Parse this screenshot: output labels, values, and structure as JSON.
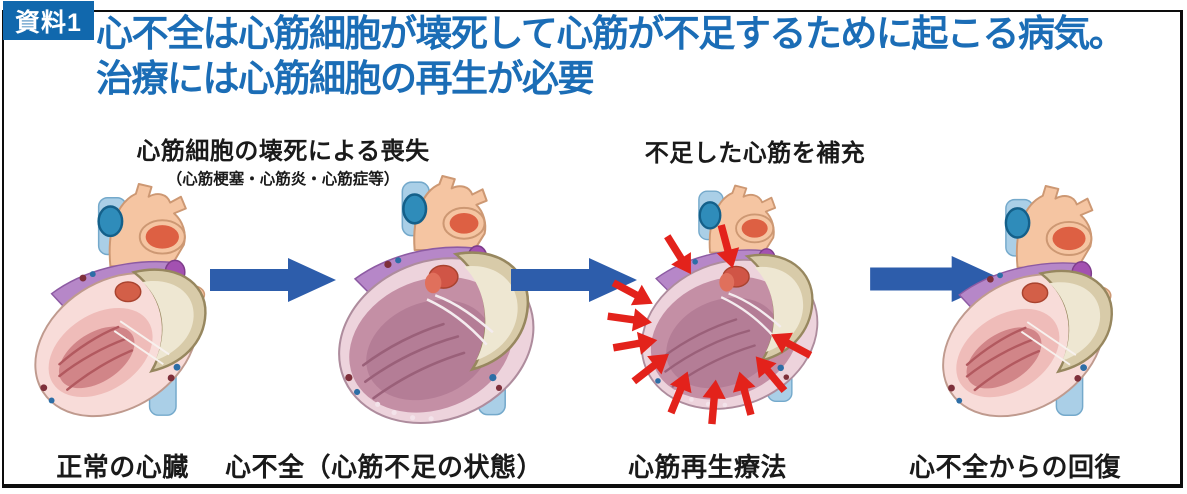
{
  "colors": {
    "title_blue": "#1b6db6",
    "badge_bg": "#1168ad",
    "flow_arrow_blue": "#2d5dab",
    "therapy_arrow_red": "#e3221b",
    "label_black": "#1a1a1a"
  },
  "badge": {
    "label": "資料1"
  },
  "title": {
    "line1": "心不全は心筋細胞が壊死して心筋が不足するために起こる病気。",
    "line2": "治療には心筋細胞の再生が必要"
  },
  "annotations": {
    "loss": {
      "label": "心筋細胞の壊死による喪失",
      "sublabel": "（心筋梗塞・心筋炎・心筋症等）"
    },
    "replenish": {
      "label": "不足した心筋を補充"
    }
  },
  "stages": [
    {
      "caption": "正常の心臓",
      "heart": "normal"
    },
    {
      "caption": "心不全（心筋不足の状態）",
      "heart": "failing"
    },
    {
      "caption": "心筋再生療法",
      "heart": "failing-with-therapy-arrows"
    },
    {
      "caption": "心不全からの回復",
      "heart": "normal"
    }
  ]
}
